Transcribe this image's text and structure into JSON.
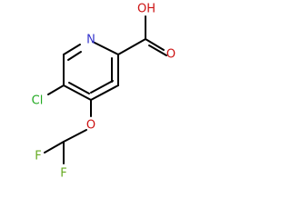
{
  "molecule": {
    "atoms": {
      "nitrogen": {
        "text": "N",
        "color": "#3333cc"
      },
      "hydroxyl": {
        "text": "OH",
        "color": "#cc1111"
      },
      "carbonyl_oxygen": {
        "text": "O",
        "color": "#cc1111"
      },
      "chlorine": {
        "text": "Cl",
        "color": "#22aa22"
      },
      "ether_oxygen": {
        "text": "O",
        "color": "#cc1111"
      },
      "fluorine_left": {
        "text": "F",
        "color": "#66aa22"
      },
      "fluorine_right": {
        "text": "F",
        "color": "#66aa22"
      }
    }
  }
}
